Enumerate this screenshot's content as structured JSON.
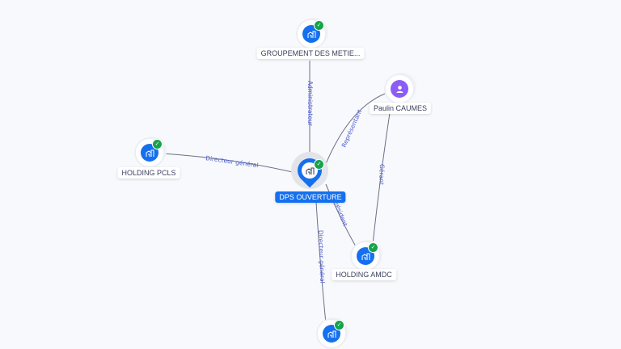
{
  "nodes": {
    "groupement": {
      "label": "GROUPEMENT DES METIE...",
      "icon": "building-icon",
      "verified": true
    },
    "paulin": {
      "label": "Paulin CAUMES",
      "icon": "person-icon"
    },
    "pcls": {
      "label": "HOLDING PCLS",
      "icon": "building-icon",
      "verified": true
    },
    "dps": {
      "label": "DPS OUVERTURE",
      "icon": "building-icon",
      "verified": true
    },
    "amdc": {
      "label": "HOLDING AMDC",
      "icon": "building-icon",
      "verified": true
    },
    "bottom": {
      "icon": "building-icon",
      "verified": true
    }
  },
  "edges": {
    "administrateur": "Administrateur",
    "representant": "Représentant",
    "dg_pcls": "Directeur général",
    "gerant": "Gérant",
    "president": "Président",
    "dg_bottom": "Directeur général"
  },
  "colors": {
    "company": "#1570ef",
    "person": "#8b5cf6",
    "verified": "#16a34a",
    "edge_label": "#4a5bd0"
  }
}
